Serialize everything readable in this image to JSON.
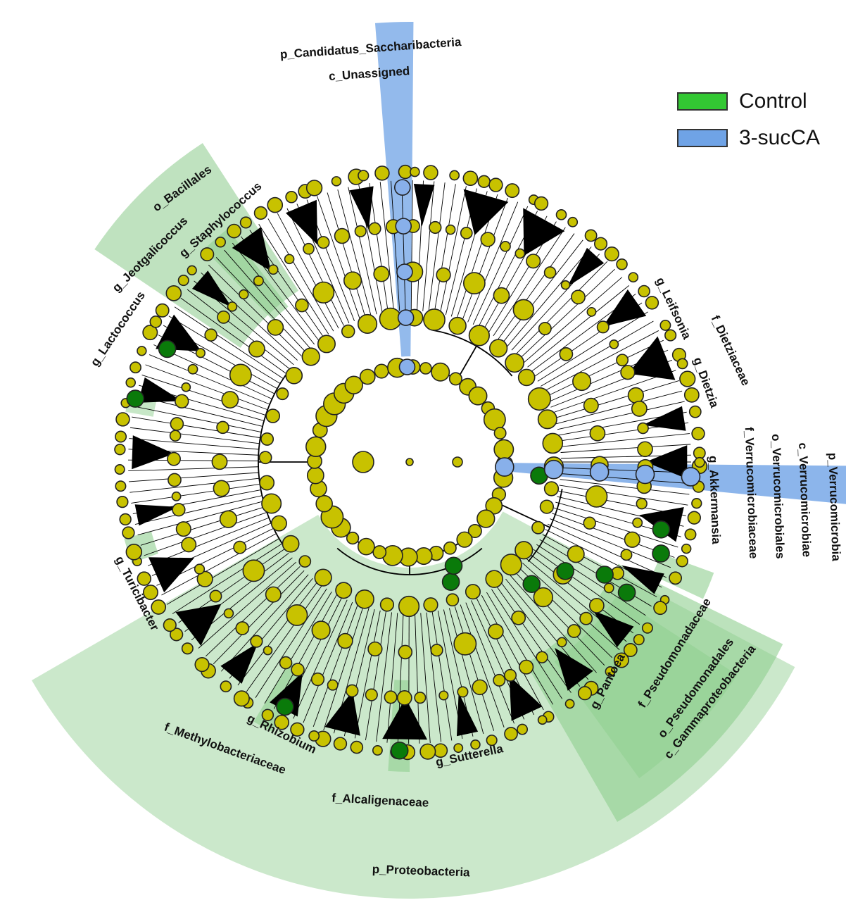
{
  "legend": [
    {
      "label": "Control",
      "color": "#33c833"
    },
    {
      "label": "3-sucCA",
      "color": "#6fa3e6"
    }
  ],
  "colors": {
    "control_shade": "#a9d8a9",
    "control_shade_dark": "#8fcf8f",
    "succa_shade": "#6fa3e6",
    "node_default": "#c8c200",
    "node_control": "#0a7a0a",
    "node_succa": "#88b0ea"
  },
  "labels": {
    "candidatus": "p_Candidatus_Saccharibacteria",
    "unassigned": "c_Unassigned",
    "bacillales": "o_Bacillales",
    "staphylococcus": "g_Staphylococcus",
    "jeotgalicoccus": "g_Jeotgalicoccus",
    "lactococcus": "g_Lactococcus",
    "leifsonia": "g_Leifsonia",
    "dietziaceae": "f_Dietziaceae",
    "dietzia": "g_Dietzia",
    "verrucomicrobia_p": "p_Verrucomicrobia",
    "verrucomicrobiae": "c_Verrucomicrobiae",
    "verrucomicrobiales": "o_Verrucomicrobiales",
    "verrucomicrobiaceae": "f_Verrucomicrobiaceae",
    "akkermansia": "g_Akkermansia",
    "turicibacter": "g_Turicibacter",
    "pantoea": "g_Pantoea",
    "pseudomonadaceae": "f_Pseudomonadaceae",
    "pseudomonadales": "o_Pseudomonadales",
    "gammaproteobacteria": "c_Gammaproteobacteria",
    "rhizobium": "g_Rhizobium",
    "methylobacteriaceae": "f_Methylobacteriaceae",
    "sutterella": "g_Sutterella",
    "alcaligenaceae": "f_Alcaligenaceae",
    "proteobacteria": "p_Proteobacteria"
  }
}
